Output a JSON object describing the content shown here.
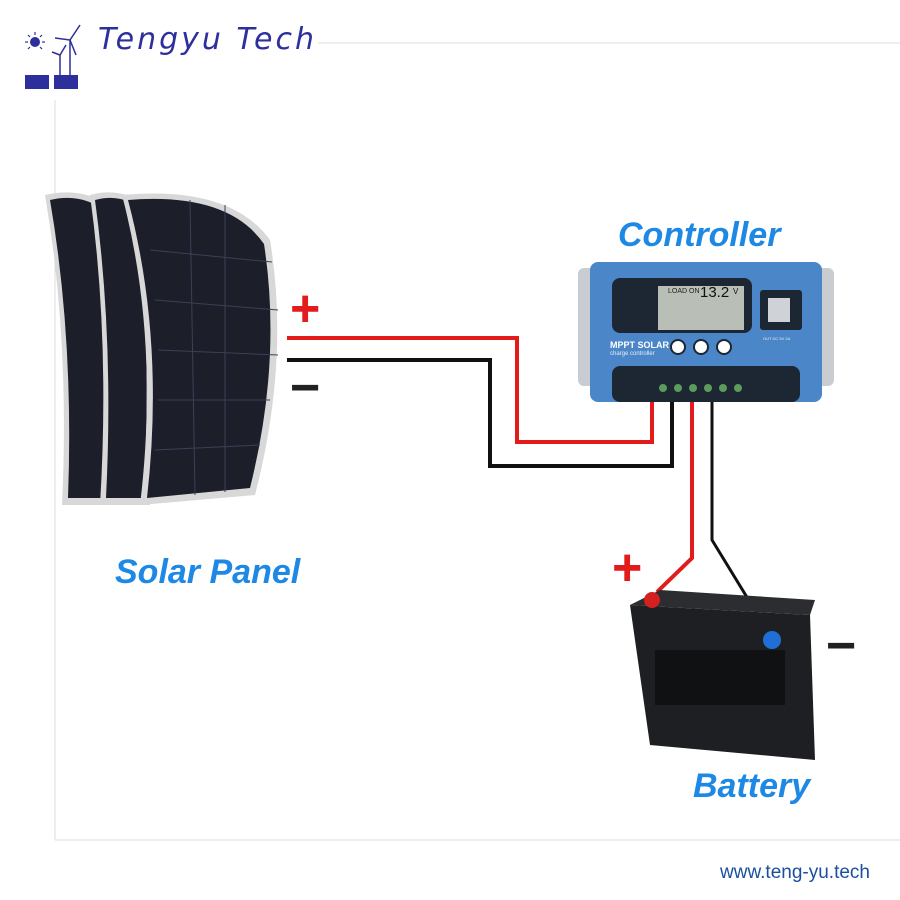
{
  "logo": {
    "brand_text": "Tengyu Tech"
  },
  "labels": {
    "solar_panel": "Solar Panel",
    "controller": "Controller",
    "battery": "Battery"
  },
  "polarity": {
    "panel_positive": "+",
    "panel_negative": "−",
    "battery_positive": "+",
    "battery_negative": "−"
  },
  "controller_device": {
    "lcd_status": "LOAD ON",
    "lcd_value": "13.2",
    "lcd_unit": "V",
    "model_line1": "MPPT SOLAR",
    "model_line2": "charge controller",
    "usb_label": "OUT DC 5V 2A"
  },
  "footer": {
    "website": "www.teng-yu.tech"
  },
  "colors": {
    "brand": "#2d2f9c",
    "label": "#1e88e5",
    "positive_wire": "#e21b1b",
    "negative_wire": "#111111",
    "controller_body": "#4a86c8"
  }
}
